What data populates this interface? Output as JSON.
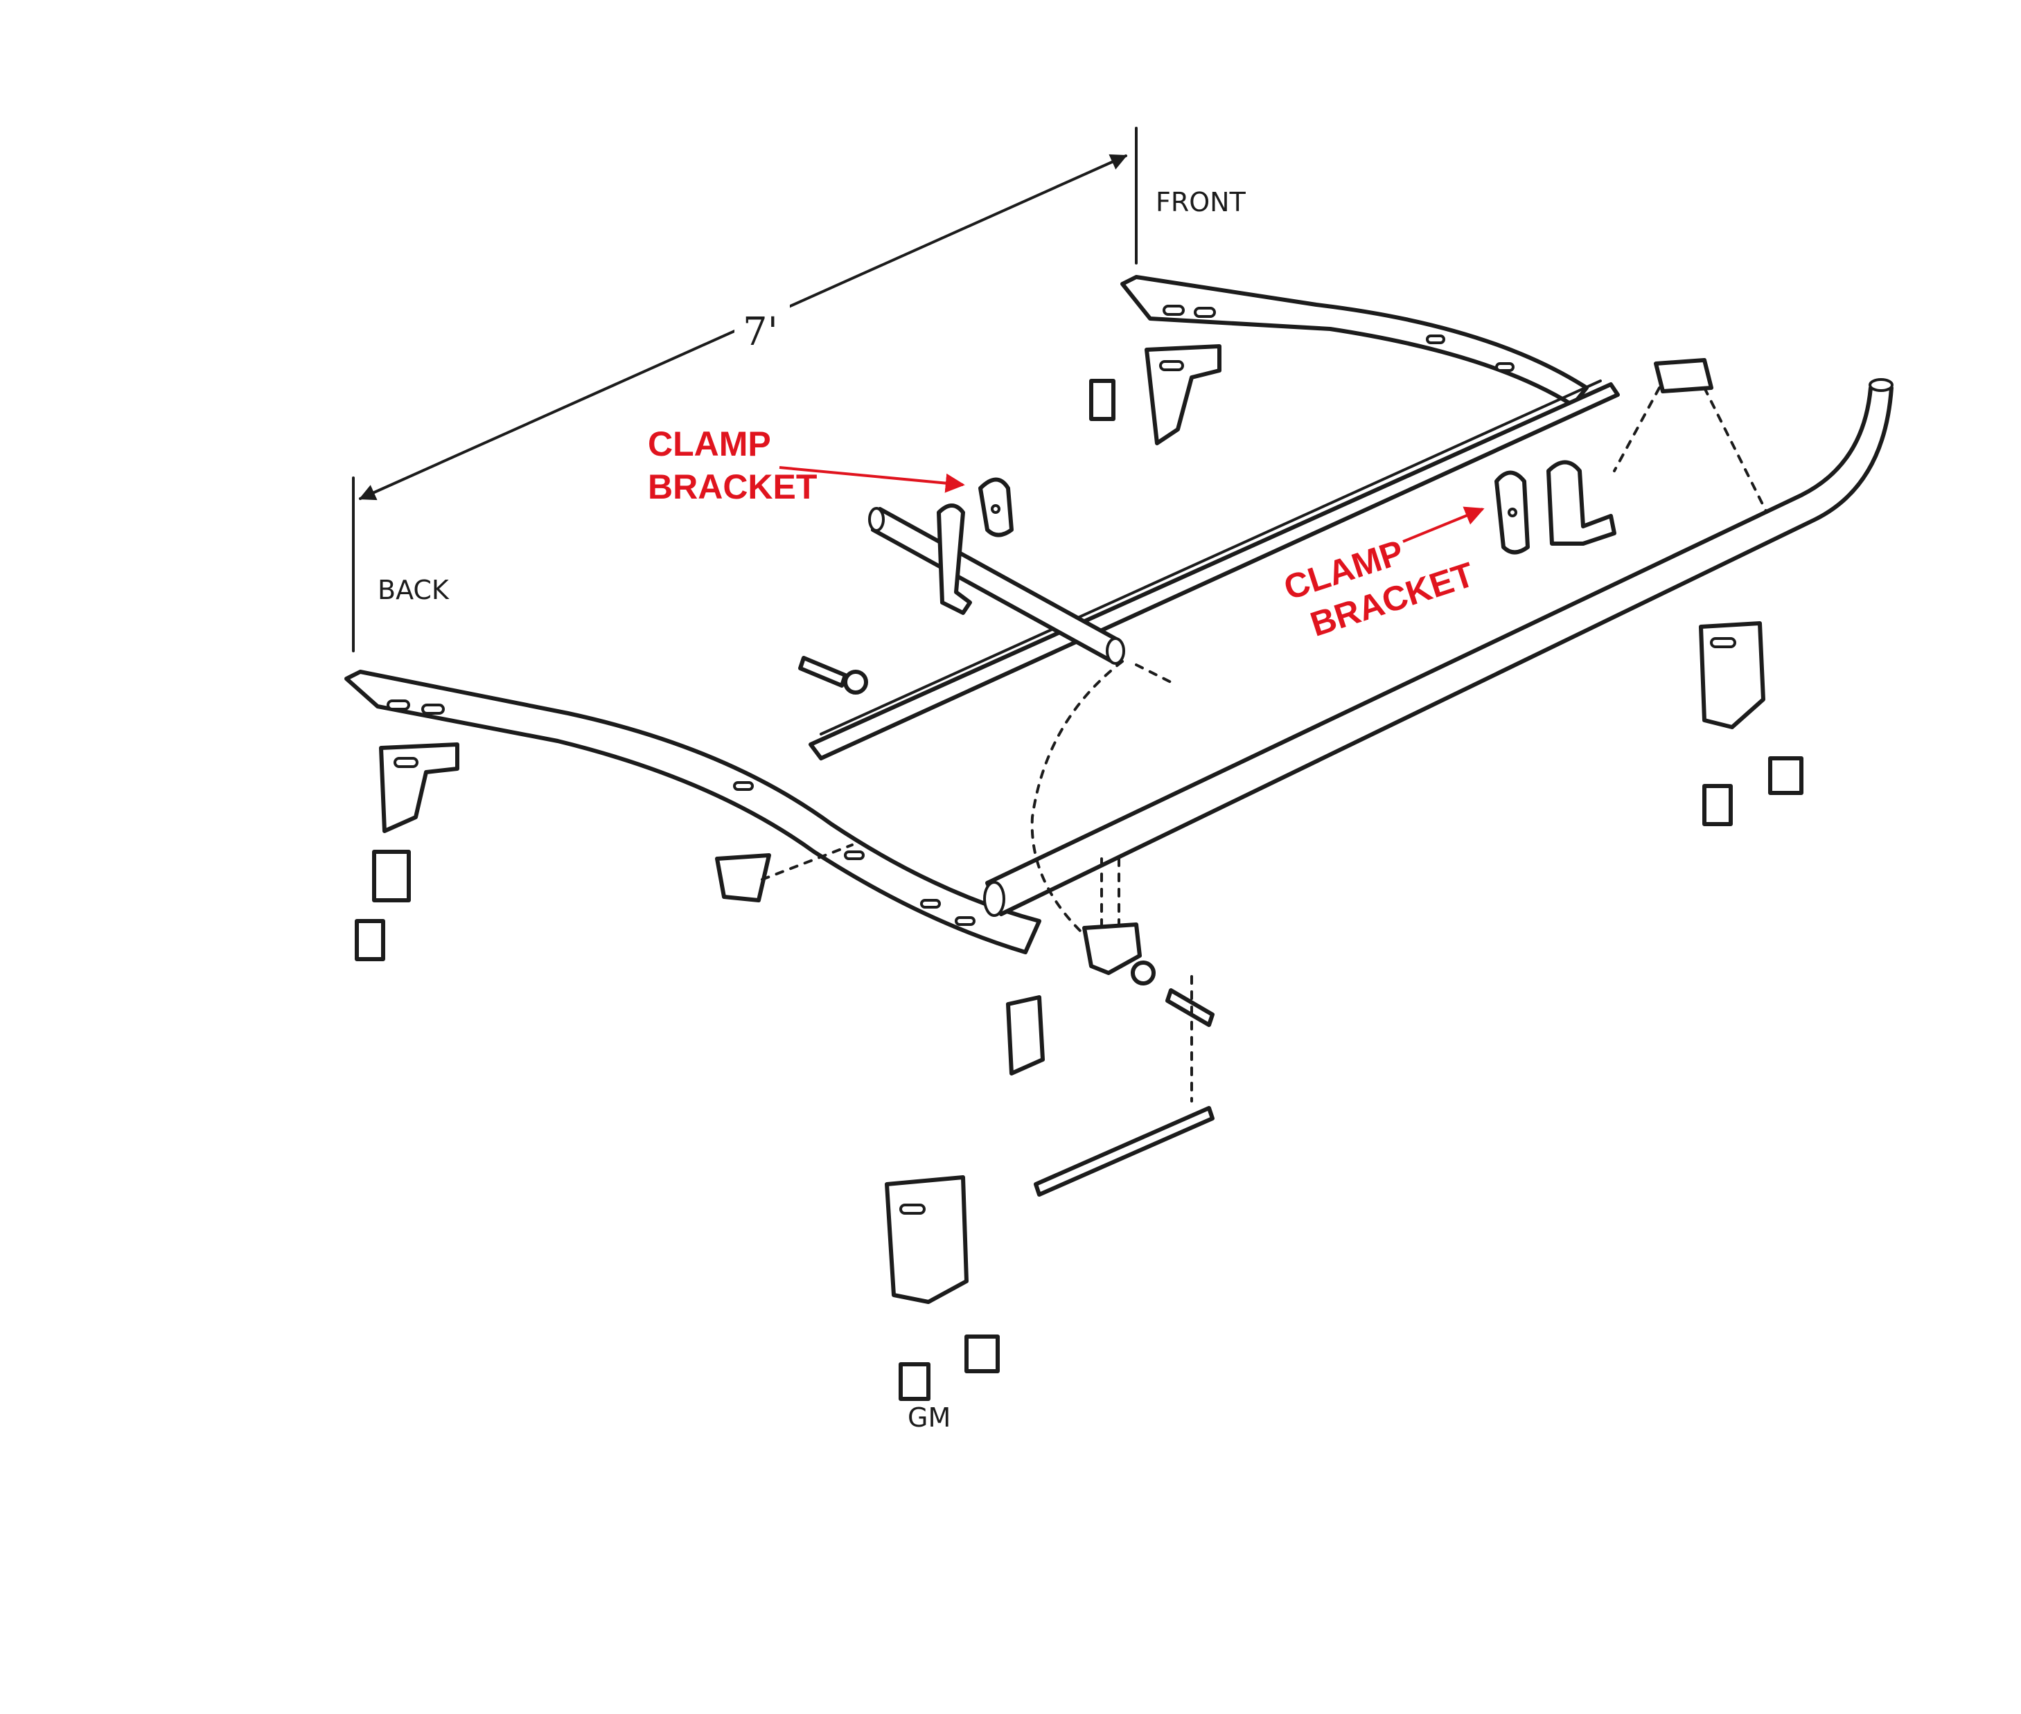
{
  "labels": {
    "front": "FRONT",
    "back": "BACK",
    "dimension": "7'",
    "maker": "GM"
  },
  "callouts": [
    {
      "line1": "CLAMP",
      "line2": "BRACKET"
    },
    {
      "line1": "CLAMP",
      "line2": "BRACKET"
    }
  ],
  "colors": {
    "ink": "#1c1c1c",
    "callout": "#e0141e",
    "background": "#ffffff"
  }
}
